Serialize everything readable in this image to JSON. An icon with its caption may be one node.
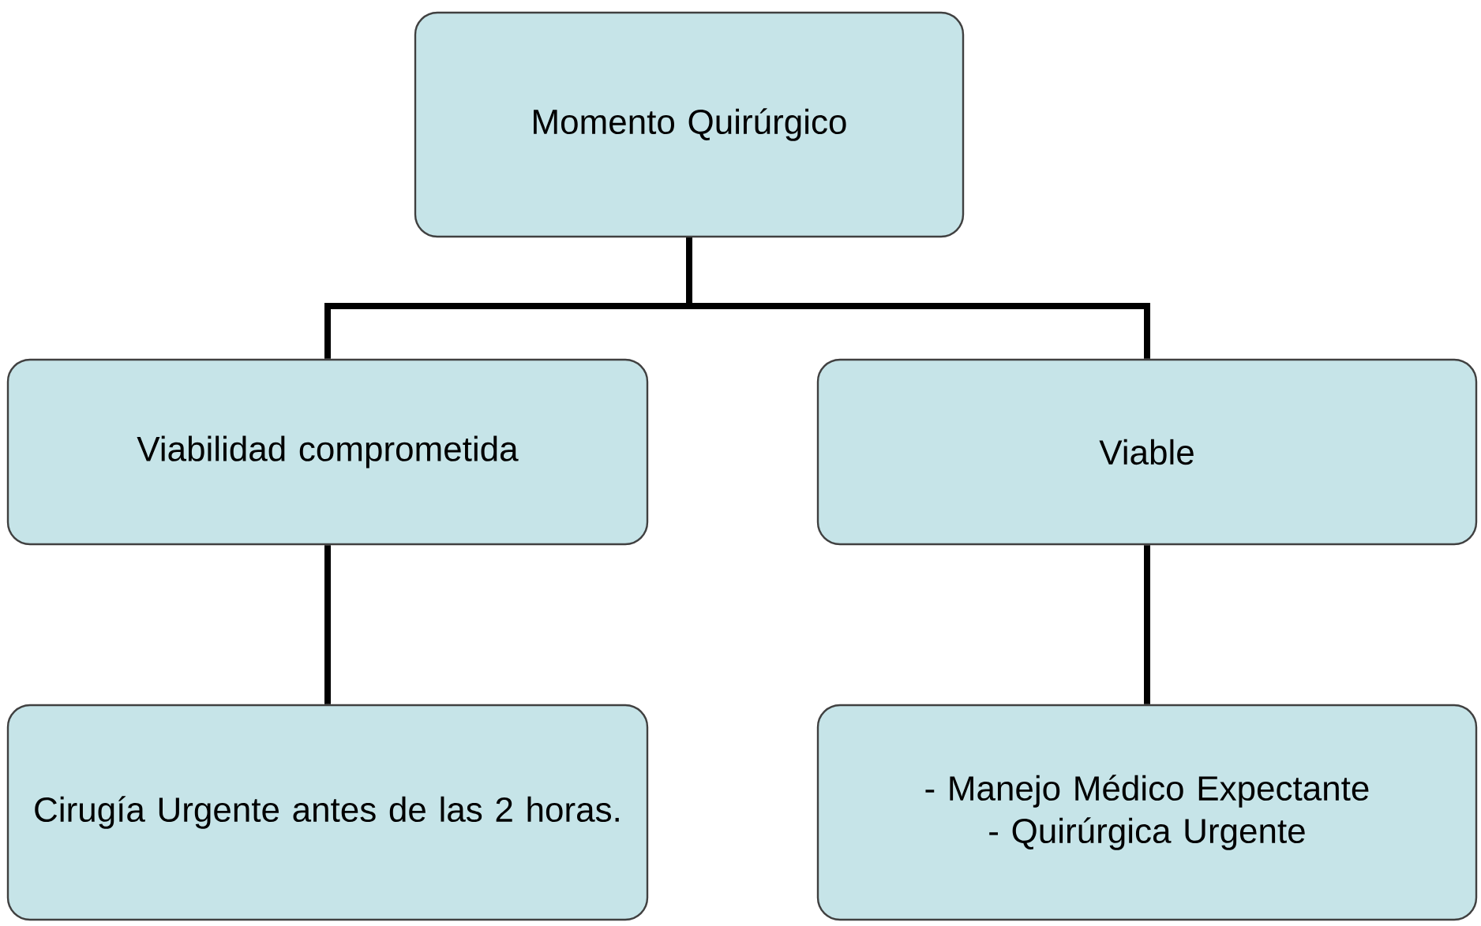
{
  "diagram": {
    "nodes": [
      {
        "text": [
          "Momento Quirúrgico"
        ]
      },
      {
        "text": [
          "Viabilidad comprometida"
        ]
      },
      {
        "text": [
          "Viable"
        ]
      },
      {
        "text": [
          "Cirugía Urgente antes de las 2 horas."
        ]
      },
      {
        "text": [
          "- Manejo Médico Expectante",
          "- Quirúrgica Urgente"
        ]
      }
    ],
    "edges": [
      {
        "from": 0,
        "to": 1,
        "arrow": "none"
      },
      {
        "from": 0,
        "to": 2,
        "arrow": "none"
      },
      {
        "from": 1,
        "to": 3,
        "arrow": "none"
      },
      {
        "from": 2,
        "to": 4,
        "arrow": "none"
      }
    ]
  }
}
